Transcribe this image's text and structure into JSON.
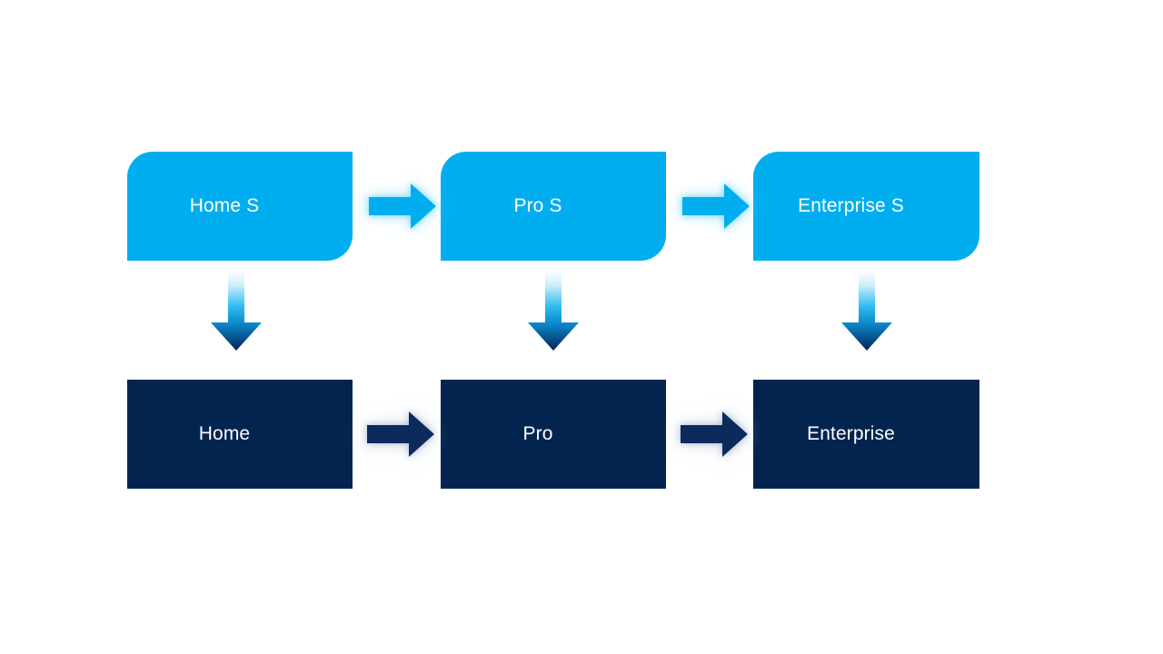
{
  "diagram": {
    "type": "process-flow",
    "background_color": "#ffffff",
    "rows": [
      {
        "id": "service-tier-row",
        "style": "service",
        "fill_color": "#00AEEF",
        "text_color": "#ffffff",
        "corner_style": "rounded-top-left-bottom-right",
        "nodes": [
          {
            "label": "Home S"
          },
          {
            "label": "Pro S"
          },
          {
            "label": "Enterprise S"
          }
        ]
      },
      {
        "id": "product-tier-row",
        "style": "product",
        "fill_color": "#042450",
        "text_color": "#ffffff",
        "corner_style": "square",
        "nodes": [
          {
            "label": "Home"
          },
          {
            "label": "Pro"
          },
          {
            "label": "Enterprise"
          }
        ]
      }
    ],
    "horizontal_connectors": [
      {
        "icon": "arrow-right-icon",
        "color": "#00AEEF",
        "from": "Home S",
        "to": "Pro S"
      },
      {
        "icon": "arrow-right-icon",
        "color": "#00AEEF",
        "from": "Pro S",
        "to": "Enterprise S"
      },
      {
        "icon": "arrow-right-icon",
        "color": "#042450",
        "from": "Home",
        "to": "Pro"
      },
      {
        "icon": "arrow-right-icon",
        "color": "#042450",
        "from": "Pro",
        "to": "Enterprise"
      }
    ],
    "vertical_connectors": [
      {
        "icon": "arrow-down-icon",
        "gradient_from": "#ffffff",
        "gradient_mid": "#00AEEF",
        "gradient_to": "#062253",
        "from": "Home S",
        "to": "Home"
      },
      {
        "icon": "arrow-down-icon",
        "gradient_from": "#ffffff",
        "gradient_mid": "#00AEEF",
        "gradient_to": "#062253",
        "from": "Pro S",
        "to": "Pro"
      },
      {
        "icon": "arrow-down-icon",
        "gradient_from": "#ffffff",
        "gradient_mid": "#00AEEF",
        "gradient_to": "#062253",
        "from": "Enterprise S",
        "to": "Enterprise"
      }
    ]
  }
}
